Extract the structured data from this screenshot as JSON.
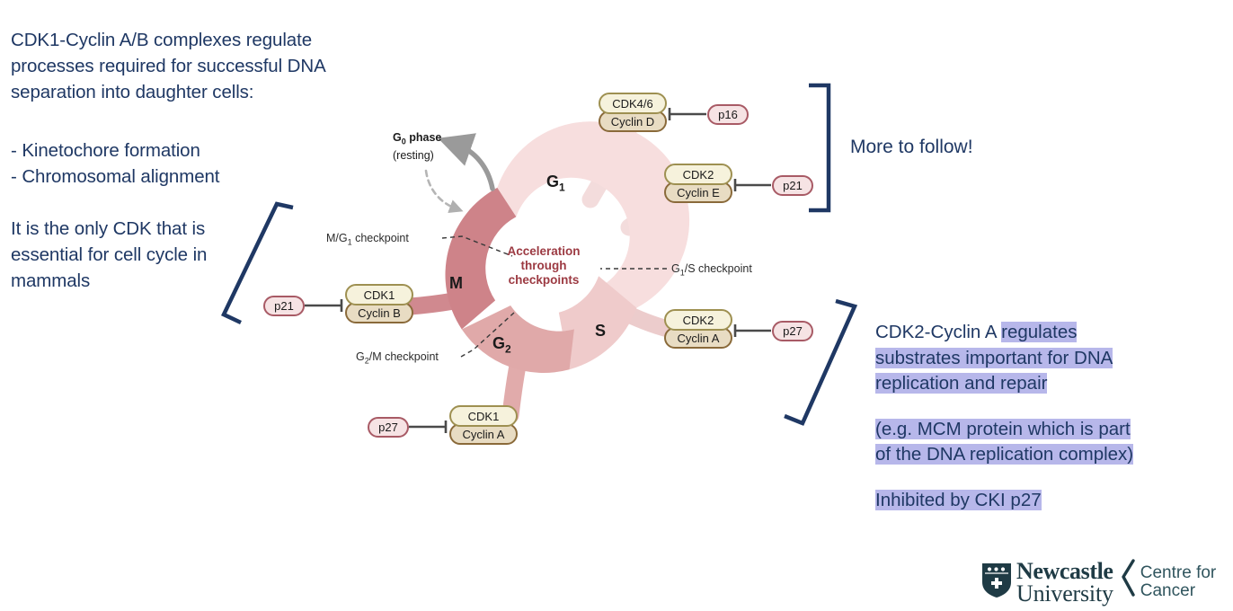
{
  "slide": {
    "background_color": "#ffffff",
    "text_color": "#1F3864",
    "highlight_color": "#B7B7EA"
  },
  "left": {
    "intro": "CDK1-Cyclin A/B complexes regulate processes required for successful DNA separation into daughter cells:",
    "bullet_1": "- Kinetochore formation",
    "bullet_2": "- Chromosomal alignment",
    "essential": "It is the only CDK that is essential for cell cycle in mammals"
  },
  "right": {
    "more_to_follow": "More to follow!",
    "para1_plain": "CDK2-Cyclin A ",
    "para1_hl_a": "regulates",
    "para1_hl_b": "substrates important for DNA",
    "para1_hl_c": "replication and repair",
    "para2_hl_a": "(e.g. MCM protein which is part",
    "para2_hl_b": "of the DNA replication complex)",
    "para3_hl": "Inhibited by CKI p27"
  },
  "diagram": {
    "center_text": "Acceleration through checkpoints",
    "g0_title": "G₀ phase",
    "g0_sub": "(resting)",
    "phases": [
      {
        "label": "G",
        "sub": "1",
        "color": "#F6DDDD"
      },
      {
        "label": "S",
        "sub": "",
        "color": "#EFC9C9"
      },
      {
        "label": "G",
        "sub": "2",
        "color": "#E0A9A9"
      },
      {
        "label": "M",
        "sub": "",
        "color": "#CE8389"
      }
    ],
    "checkpoints": [
      {
        "name": "M/G1 checkpoint",
        "label_prefix": "M/G",
        "label_sub": "1",
        "label_suffix": " checkpoint"
      },
      {
        "name": "G1/S checkpoint",
        "label_prefix": "G",
        "label_sub": "1",
        "label_suffix": "/S checkpoint"
      },
      {
        "name": "G2/M checkpoint",
        "label_prefix": "G",
        "label_sub": "2",
        "label_suffix": "/M checkpoint"
      }
    ],
    "complexes": [
      {
        "id": "cdk46-cyclind",
        "cdk": "CDK4/6",
        "cyclin": "Cyclin D",
        "inhibitor": "p16"
      },
      {
        "id": "cdk2-cycline",
        "cdk": "CDK2",
        "cyclin": "Cyclin E",
        "inhibitor": "p21"
      },
      {
        "id": "cdk2-cyclina",
        "cdk": "CDK2",
        "cyclin": "Cyclin A",
        "inhibitor": "p27"
      },
      {
        "id": "cdk1-cyclina",
        "cdk": "CDK1",
        "cyclin": "Cyclin A",
        "inhibitor": "p27"
      },
      {
        "id": "cdk1-cyclinb",
        "cdk": "CDK1",
        "cyclin": "Cyclin B",
        "inhibitor": "p21"
      }
    ],
    "colors": {
      "cdk_fill": "#F6F2DC",
      "cdk_border": "#9E9051",
      "cyclin_fill": "#E8DCC3",
      "cyclin_border": "#8A6A3A",
      "inhibitor_fill": "#F6E3E4",
      "inhibitor_border": "#A85A65",
      "center_text": "#9C3A42",
      "bracket": "#1F3864"
    }
  },
  "logo": {
    "line1": "Newcastle",
    "line2": "University",
    "divider": "∕",
    "sub1": "Centre for",
    "sub2": "Cancer",
    "color": "#1F3B45"
  }
}
